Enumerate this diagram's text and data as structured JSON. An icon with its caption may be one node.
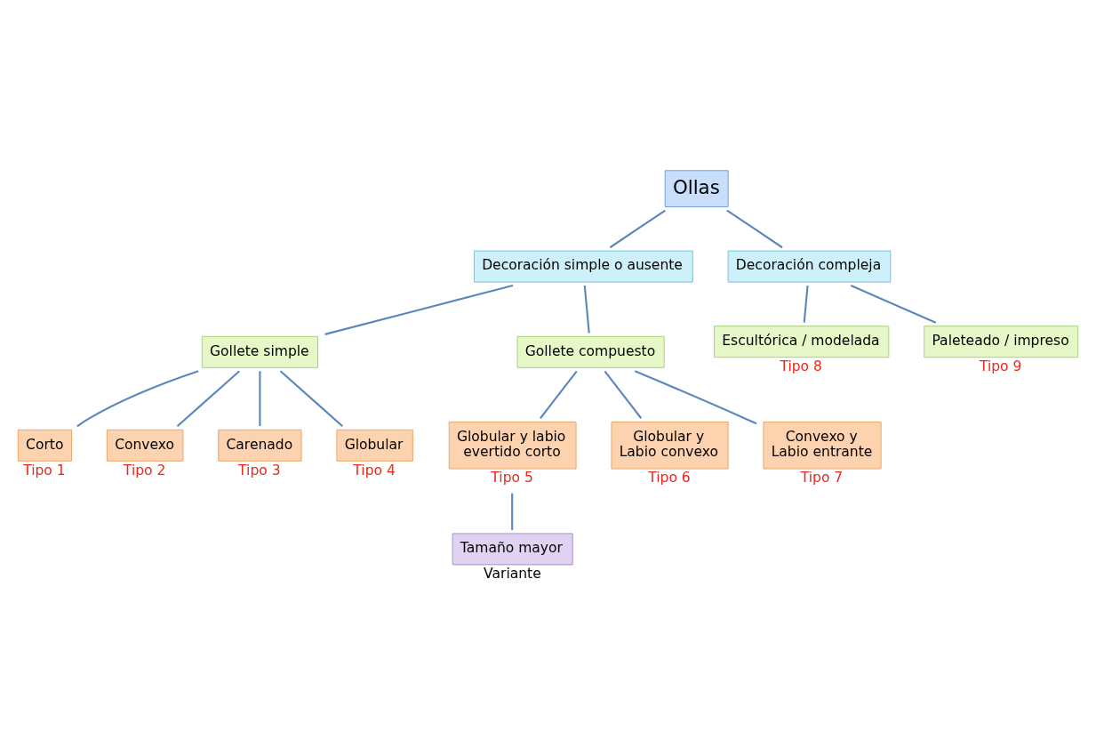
{
  "diagram": {
    "nodes": [
      {
        "text": [
          "Ollas"
        ]
      },
      {
        "text": [
          "Decoración simple o ausente"
        ]
      },
      {
        "text": [
          "Decoración compleja"
        ]
      },
      {
        "text": [
          "Gollete simple"
        ]
      },
      {
        "text": [
          "Gollete compuesto"
        ]
      },
      {
        "text": [
          "Escultórica / modelada"
        ],
        "beside": [
          "Tipo 8"
        ]
      },
      {
        "text": [
          "Paleteado / impreso"
        ],
        "beside": [
          "Tipo 9"
        ]
      },
      {
        "text": [
          "Corto"
        ],
        "beside": [
          "Tipo 1"
        ]
      },
      {
        "text": [
          "Convexo"
        ],
        "beside": [
          "Tipo 2"
        ]
      },
      {
        "text": [
          "Carenado"
        ],
        "beside": [
          "Tipo 3"
        ]
      },
      {
        "text": [
          "Globular"
        ],
        "beside": [
          "Tipo 4"
        ]
      },
      {
        "text": [
          "Globular y labio evertido corto"
        ],
        "beside": [
          "Tipo 5"
        ]
      },
      {
        "text": [
          "Globular y Labio convexo"
        ],
        "beside": [
          "Tipo 6"
        ]
      },
      {
        "text": [
          "Convexo y Labio entrante"
        ],
        "beside": [
          "Tipo 7"
        ]
      },
      {
        "text": [
          "Tamaño mayor"
        ],
        "beside": [
          "Variante"
        ]
      }
    ],
    "edges": [
      {
        "from": 0,
        "to": 1,
        "arrow": "none"
      },
      {
        "from": 0,
        "to": 2,
        "arrow": "none"
      },
      {
        "from": 2,
        "to": 5,
        "arrow": "none"
      },
      {
        "from": 2,
        "to": 6,
        "arrow": "none"
      },
      {
        "from": 1,
        "to": 3,
        "arrow": "none"
      },
      {
        "from": 1,
        "to": 4,
        "arrow": "none"
      },
      {
        "from": 3,
        "to": 7,
        "arrow": "none"
      },
      {
        "from": 3,
        "to": 8,
        "arrow": "none"
      },
      {
        "from": 3,
        "to": 9,
        "arrow": "none"
      },
      {
        "from": 3,
        "to": 10,
        "arrow": "none"
      },
      {
        "from": 4,
        "to": 11,
        "arrow": "none"
      },
      {
        "from": 4,
        "to": 12,
        "arrow": "none"
      },
      {
        "from": 4,
        "to": 13,
        "arrow": "none"
      },
      {
        "from": 11,
        "to": 14,
        "arrow": "none"
      }
    ]
  }
}
